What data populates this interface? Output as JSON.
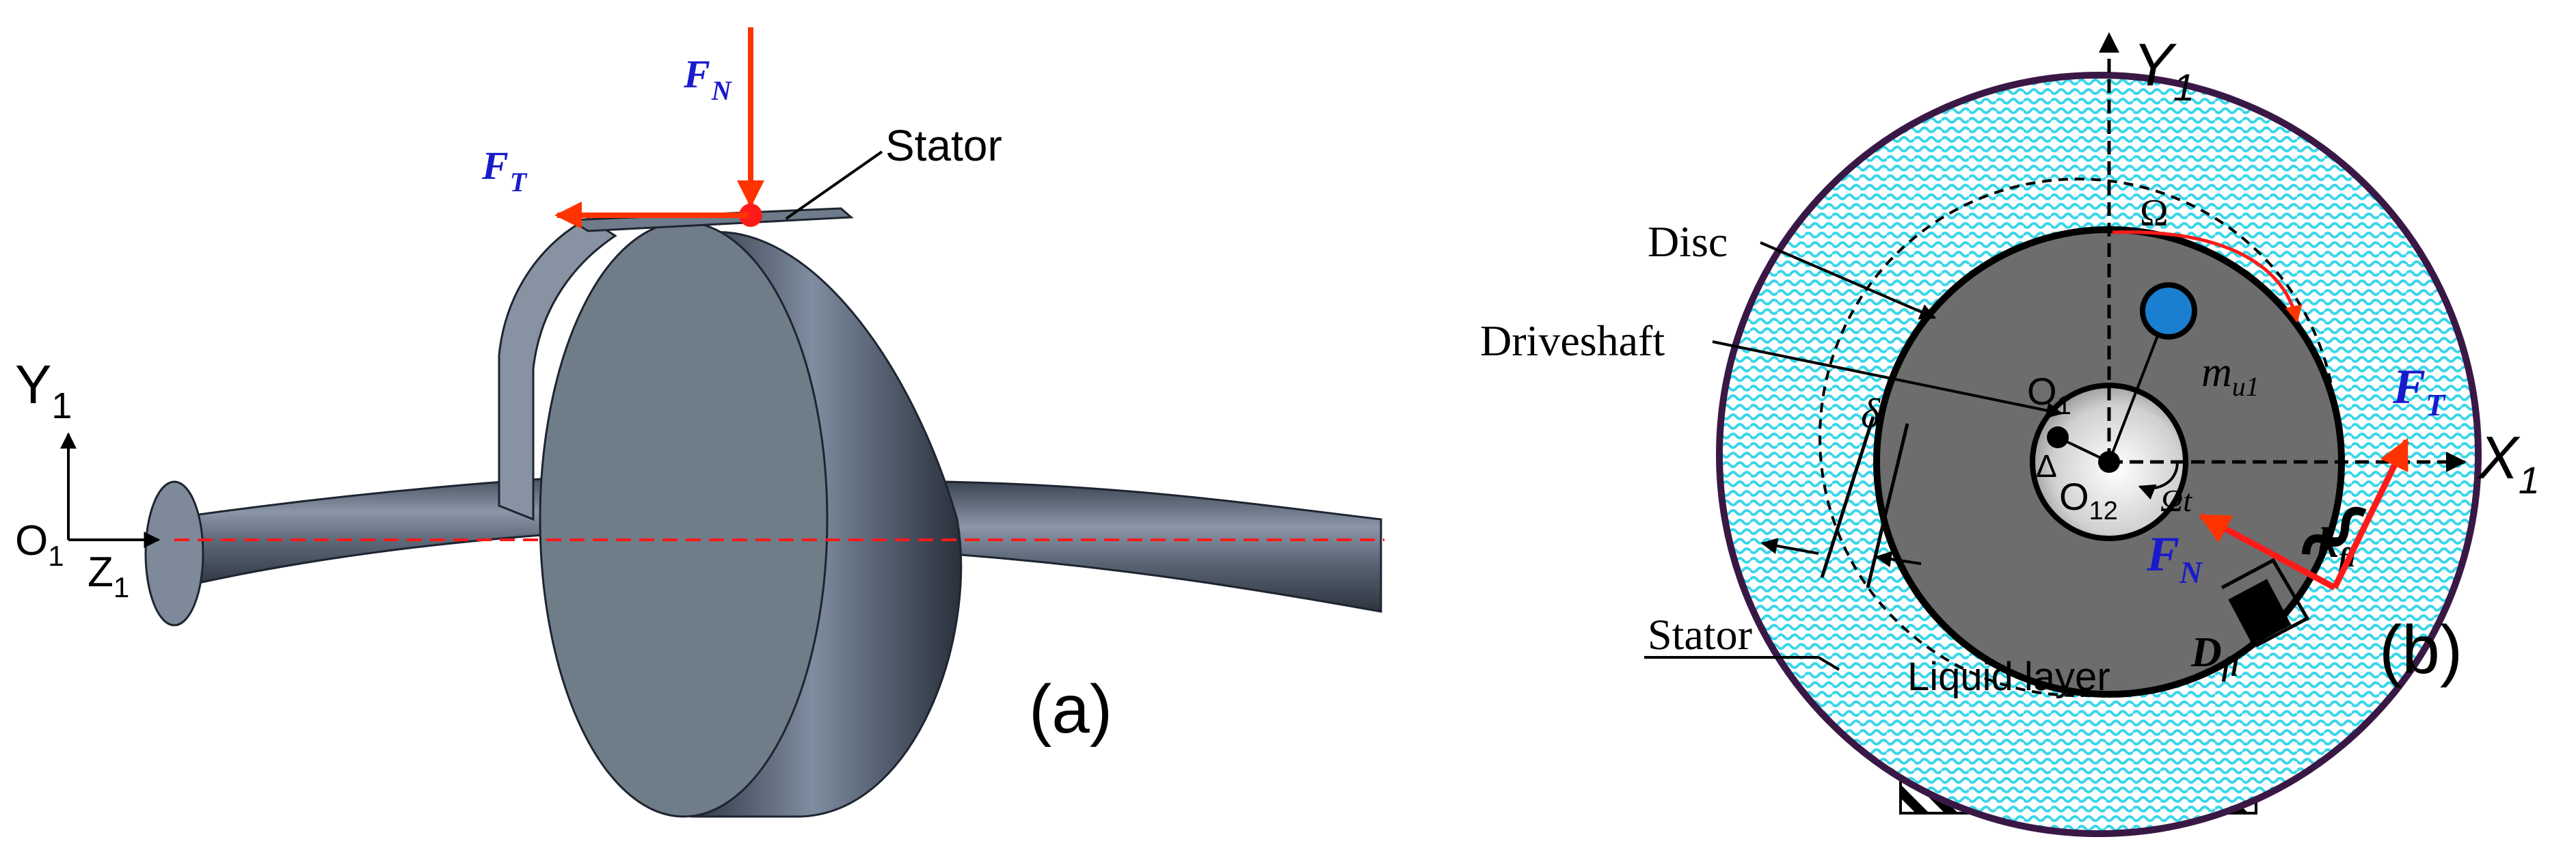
{
  "panel_a": {
    "label": "(a)",
    "force_normal": {
      "symbol": "F",
      "subscript": "N"
    },
    "force_tangential": {
      "symbol": "F",
      "subscript": "T"
    },
    "stator_label": "Stator",
    "axis_y": {
      "symbol": "Y",
      "subscript": "1"
    },
    "axis_origin": {
      "symbol": "O",
      "subscript": "1"
    },
    "axis_z": {
      "symbol": "Z",
      "subscript": "1"
    }
  },
  "panel_b": {
    "label": "(b)",
    "axis_y": {
      "symbol": "Y",
      "subscript": "1"
    },
    "axis_x": {
      "symbol": "X",
      "subscript": "1"
    },
    "omega": "Ω",
    "omega_t": "Ωt",
    "disc_label": "Disc",
    "driveshaft_label": "Driveshaft",
    "stator_label": "Stator",
    "liquid_label": "Liquid layer",
    "delta": "δ",
    "point_o1": {
      "symbol": "O",
      "subscript": "1"
    },
    "point_o12": {
      "symbol": "O",
      "subscript": "12"
    },
    "delta_sym": "Δ",
    "mass": {
      "symbol": "m",
      "subscript": "u1"
    },
    "force_normal": {
      "symbol": "F",
      "subscript": "N"
    },
    "force_tangential": {
      "symbol": "F",
      "subscript": "T"
    },
    "stiffness": {
      "symbol": "k",
      "subscript": "fl"
    },
    "damping": {
      "symbol": "D",
      "subscript": "fl"
    }
  },
  "colors": {
    "force_arrow": "#ff3300",
    "force_label": "#1a1acc",
    "liquid": "#33ddee",
    "stator_ring": "#3a1845",
    "disc_gray": "#6d6d6d",
    "mass_blue": "#1a7fd0",
    "shaft_3d": "#5a6474",
    "disc_3d": "#6e7c88"
  }
}
